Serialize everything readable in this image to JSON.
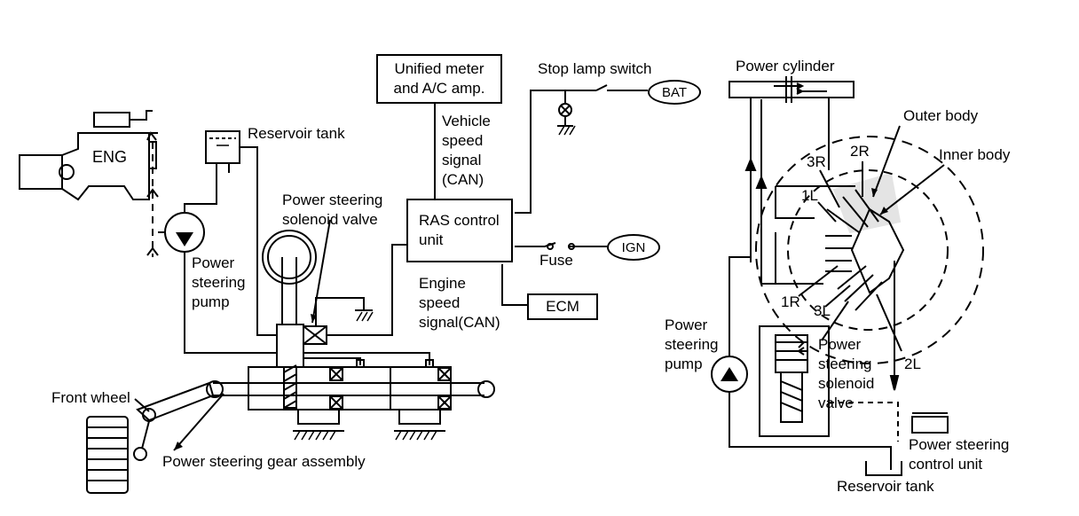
{
  "left": {
    "eng": "ENG",
    "reservoir_tank": "Reservoir tank",
    "ps_solenoid_valve": "Power steering\nsolenoid valve",
    "ps_pump": "Power\nsteering\npump",
    "front_wheel": "Front wheel",
    "ps_gear_assembly": "Power steering gear assembly"
  },
  "center": {
    "unified_meter": "Unified meter\nand A/C amp.",
    "vehicle_speed": "Vehicle\nspeed\nsignal\n(CAN)",
    "stop_lamp_switch": "Stop lamp switch",
    "bat": "BAT",
    "ras_control_unit": "RAS control\nunit",
    "fuse": "Fuse",
    "ign": "IGN",
    "engine_speed": "Engine\nspeed\nsignal(CAN)",
    "ecm": "ECM"
  },
  "right": {
    "power_cylinder": "Power cylinder",
    "outer_body": "Outer body",
    "inner_body": "Inner body",
    "r3": "3R",
    "r2": "2R",
    "l1": "1L",
    "r1": "1R",
    "l3": "3L",
    "l2": "2L",
    "ps_pump": "Power\nsteering\npump",
    "ps_solenoid_valve": "Power\nsteering\nsolenoid\nvalve",
    "ps_control_unit": "Power steering\ncontrol unit",
    "reservoir_tank": "Reservoir tank"
  }
}
